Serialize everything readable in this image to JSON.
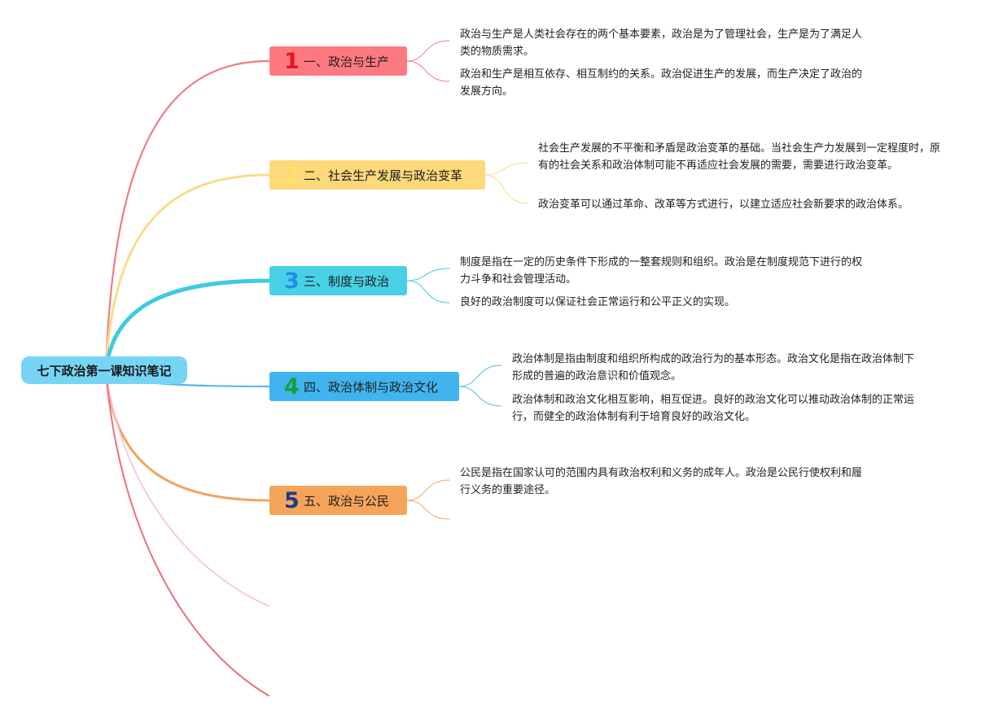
{
  "root": {
    "label": "七下政治第一课知识笔记",
    "color": "#76d5f5"
  },
  "branches": [
    {
      "number": "1",
      "label": "一、政治与生产",
      "box_color": "#ff7a80",
      "num_color": "#e8141e",
      "line_color": "#ef7d86",
      "leaves": [
        "政治与生产是人类社会存在的两个基本要素，政治是为了管理社会，生产是为了满足人类的物质需求。",
        "政治和生产是相互依存、相互制约的关系。政治促进生产的发展，而生产决定了政治的发展方向。"
      ]
    },
    {
      "number": "2",
      "label": "二、社会生产发展与政治变革",
      "box_color": "#fdd97a",
      "num_color": "#fbe46a",
      "line_color": "#f9dd8a",
      "leaves": [
        "社会生产发展的不平衡和矛盾是政治变革的基础。当社会生产力发展到一定程度时，原有的社会关系和政治体制可能不再适应社会发展的需要，需要进行政治变革。",
        "政治变革可以通过革命、改革等方式进行，以建立适应社会新要求的政治体系。"
      ]
    },
    {
      "number": "3",
      "label": "三、制度与政治",
      "box_color": "#47d0e6",
      "num_color": "#1d8fe6",
      "line_color": "#3ecbe0",
      "leaves": [
        "制度是指在一定的历史条件下形成的一整套规则和组织。政治是在制度规范下进行的权力斗争和社会管理活动。",
        "良好的政治制度可以保证社会正常运行和公平正义的实现。"
      ]
    },
    {
      "number": "4",
      "label": "四、政治体制与政治文化",
      "box_color": "#3fb4ef",
      "num_color": "#12a436",
      "line_color": "#5bb8e8",
      "leaves": [
        "政治体制是指由制度和组织所构成的政治行为的基本形态。政治文化是指在政治体制下形成的普遍的政治意识和价值观念。",
        "政治体制和政治文化相互影响，相互促进。良好的政治文化可以推动政治体制的正常运行，而健全的政治体制有利于培育良好的政治文化。"
      ]
    },
    {
      "number": "5",
      "label": "五、政治与公民",
      "box_color": "#f5a45a",
      "num_color": "#1f3a8a",
      "line_color": "#f3a361",
      "leaves": [
        "公民是指在国家认可的范围内具有政治权利和义务的成年人。政治是公民行使权利和履行义务的重要途径。"
      ]
    }
  ],
  "extra_line_colors": [
    "#f8c4dd",
    "#ee6f7b"
  ]
}
